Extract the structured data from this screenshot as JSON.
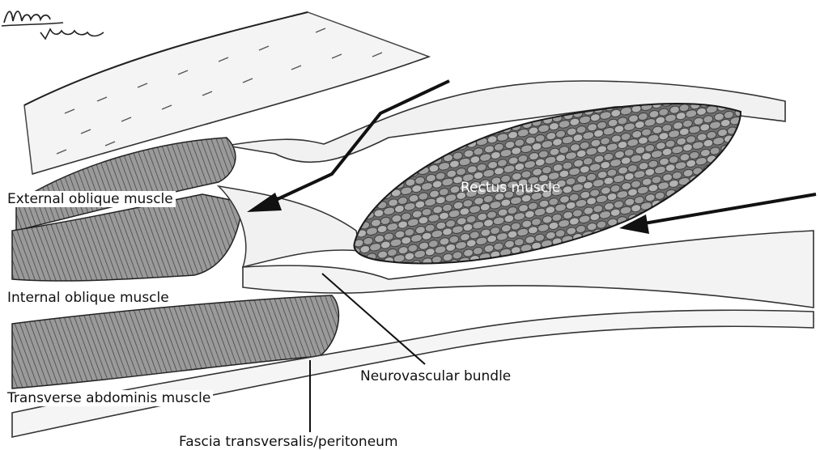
{
  "labels": {
    "rectus": "Rectus muscle",
    "external_oblique": "External oblique muscle",
    "internal_oblique": "Internal oblique muscle",
    "neurovascular": "Neurovascular bundle",
    "transverse": "Transverse abdominis muscle",
    "fascia": "Fascia transversalis/peritoneum"
  },
  "signature": "Maya Vettorus",
  "colors": {
    "ink": "#1a1a1a",
    "muscle_fill": "#8a8a8a",
    "fascia_fill": "#f1f1f1"
  }
}
